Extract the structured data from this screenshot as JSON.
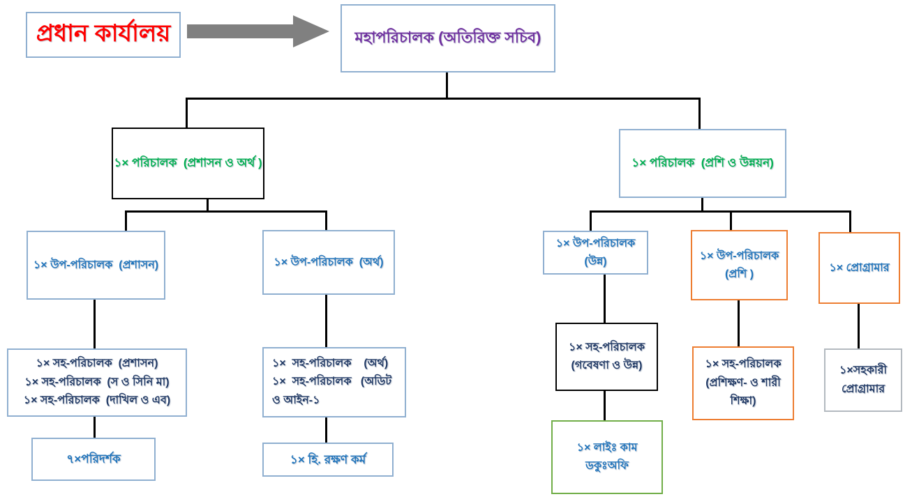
{
  "title": "Head Office Organogram",
  "colors": {
    "border_light_blue": "#8FAFD0",
    "border_orange": "#ED7D31",
    "border_green": "#70AD47",
    "border_gray": "#B3B9BF",
    "border_black": "#000000",
    "text_red": "#FF0000",
    "text_purple": "#7030A0",
    "text_green": "#00B050",
    "text_blue": "#1F74BC",
    "text_navy": "#1F3864",
    "arrow_gray": "#808080",
    "connector_black": "#000000"
  },
  "head_office": {
    "label": "প্রধান কার্যালয়"
  },
  "director_general": {
    "label": "মহাপরিচালক (অতিরিক্ত সচিব)"
  },
  "nodes": {
    "dir_admin_finance": {
      "label": "১× পরিচালক  (প্রশাসন ও অর্থ )"
    },
    "dir_training_dev": {
      "label": "১× পরিচালক  (প্রশি ও উন্নয়ন)"
    },
    "dd_admin": {
      "label": "১× উপ-পরিচালক  (প্রশাসন)"
    },
    "dd_finance": {
      "label": "১× উপ-পরিচালক  (অর্থ)"
    },
    "dd_dev": {
      "lines": [
        "১× উপ-পরিচালক",
        "(উন্ন)"
      ]
    },
    "dd_training": {
      "lines": [
        "১× উপ-পরিচালক",
        "(প্রশি )"
      ]
    },
    "programmer": {
      "label": "১× প্রোগ্রামার"
    },
    "ad_admin_group": {
      "lines": [
        "১× সহ-পরিচালক  (প্রশাসন)",
        "১× সহ-পরিচালক  (স ও সিনি মা)",
        "১× সহ-পরিচালক  (দাখিল ও এব)"
      ]
    },
    "ad_finance_group": {
      "lines": [
        "১×  সহ-পরিচালক    (অর্থ)",
        "১×  সহ-পরিচালক   (অডিট",
        "ও আইন-১"
      ]
    },
    "ad_research_dev": {
      "lines": [
        "১× সহ-পরিচালক",
        "(গবেষণা ও উন্ন)"
      ]
    },
    "ad_training_pe": {
      "lines": [
        "১× সহ-পরিচালক",
        "(প্রশিক্ষণ- ও শারী",
        "শিক্ষা)"
      ]
    },
    "asst_programmer": {
      "lines": [
        "১×সহকারী",
        "প্রোগ্রামার"
      ]
    },
    "inspectors": {
      "label": "৭×পরিদর্শক"
    },
    "accounts_keeper": {
      "label": "১× হি. রক্ষণ কর্ম"
    },
    "librarian": {
      "lines": [
        "১× লাইঃ কাম",
        "ডকুঃঅফি"
      ]
    }
  }
}
